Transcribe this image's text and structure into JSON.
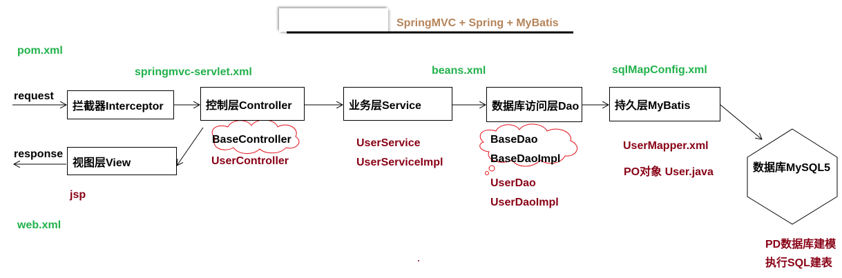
{
  "title": "SpringMVC + Spring + MyBatis",
  "config_files": {
    "pom": "pom.xml",
    "springmvc": "springmvc-servlet.xml",
    "beans": "beans.xml",
    "sqlmap": "sqlMapConfig.xml",
    "web": "web.xml"
  },
  "flow": {
    "request": "request",
    "response": "response"
  },
  "boxes": {
    "interceptor": "拦截器Interceptor",
    "controller": "控制层Controller",
    "service": "业务层Service",
    "dao": "数据库访问层Dao",
    "mybatis": "持久层MyBatis",
    "view": "视图层View",
    "database": "数据库MySQL5"
  },
  "items": {
    "base_controller": "BaseController",
    "user_controller": "UserController",
    "user_service": "UserService",
    "user_service_impl": "UserServiceImpl",
    "base_dao": "BaseDao",
    "base_dao_impl": "BaseDaoImpl",
    "user_dao": "UserDao",
    "user_dao_impl": "UserDaoImpl",
    "user_mapper": "UserMapper.xml",
    "po_object": "PO对象 User.java",
    "jsp": "jsp",
    "pd_modeling": "PD数据库建模",
    "sql_modeling": "执行SQL建表"
  },
  "colors": {
    "title": "#b5845a",
    "config": "#22b14c",
    "item": "#880015",
    "line": "#000000"
  }
}
